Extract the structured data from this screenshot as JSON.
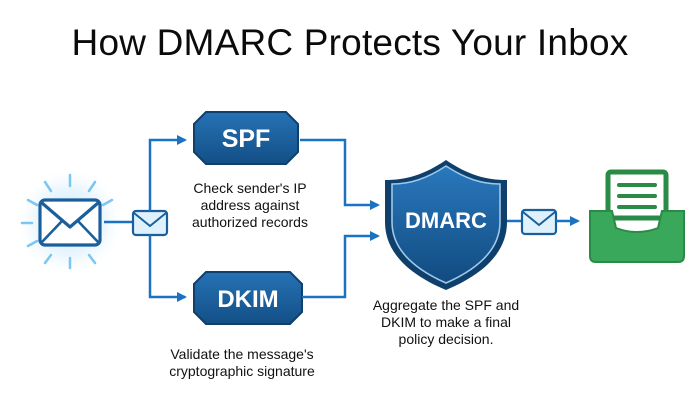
{
  "title": "How DMARC Protects Your Inbox",
  "nodes": {
    "spf": {
      "label": "SPF",
      "caption": "Check sender's IP address against authorized records"
    },
    "dkim": {
      "label": "DKIM",
      "caption": "Validate the message's cryptographic signature"
    },
    "dmarc": {
      "label": "DMARC",
      "caption": "Aggregate the SPF and DKIM to make a final policy decision."
    }
  },
  "colors": {
    "primary_blue": "#1a5f9c",
    "dark_blue": "#0f3f6b",
    "arrow_blue": "#1b72c2",
    "glow_blue": "#bfe3fb",
    "inbox_green": "#39a85b",
    "inbox_dark_green": "#2a8b47"
  },
  "icons": [
    "envelope-icon",
    "small-envelope-icon",
    "shield-icon",
    "inbox-tray-icon"
  ]
}
